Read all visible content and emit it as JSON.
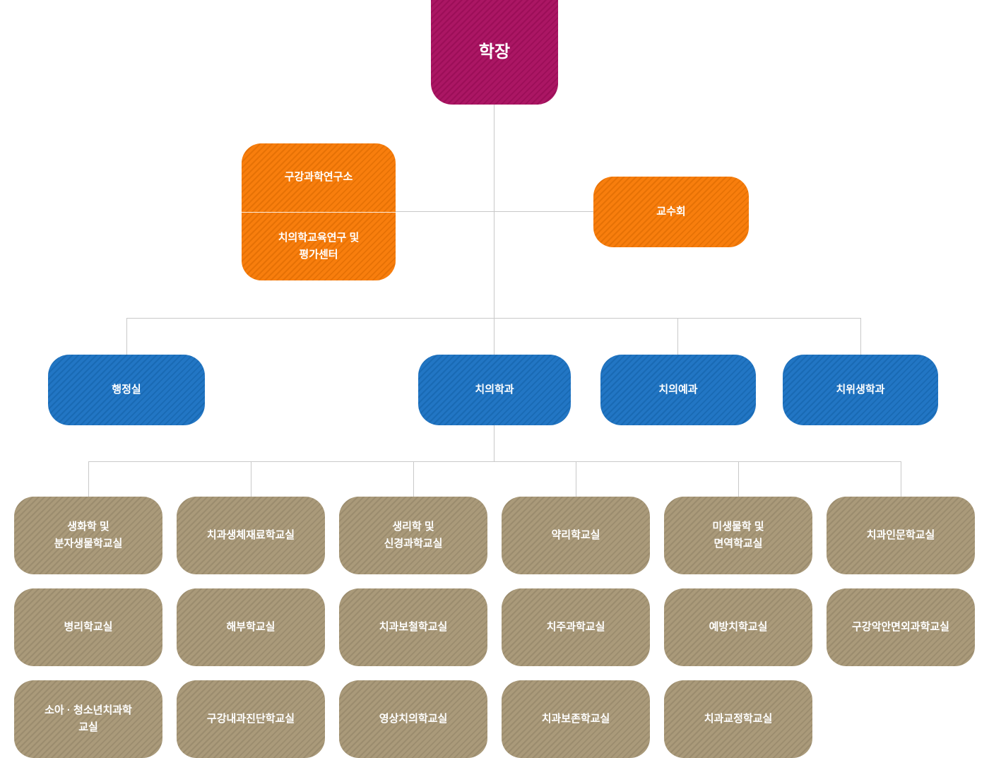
{
  "colors": {
    "dean_box": "#a80f5f",
    "staff_box": "#f87a05",
    "division_box": "#1b72c2",
    "department_box": "#a79776",
    "connector_line": "#c9c9c9",
    "box_text": "#ffffff",
    "page_background": "#ffffff"
  },
  "org_chart": {
    "dean": {
      "label": "학장"
    },
    "staff_left": {
      "top": {
        "label": "구강과학연구소"
      },
      "bottom": {
        "label": "치의학교육연구 및\n평가센터"
      }
    },
    "staff_right": {
      "label": "교수회"
    },
    "divisions": [
      {
        "label": "행정실"
      },
      {
        "label": "치의학과"
      },
      {
        "label": "치의예과"
      },
      {
        "label": "치위생학과"
      }
    ],
    "departments": [
      {
        "label": "생화학 및\n분자생물학교실"
      },
      {
        "label": "치과생체재료학교실"
      },
      {
        "label": "생리학 및\n신경과학교실"
      },
      {
        "label": "약리학교실"
      },
      {
        "label": "미생물학 및\n면역학교실"
      },
      {
        "label": "치과인문학교실"
      },
      {
        "label": "병리학교실"
      },
      {
        "label": "해부학교실"
      },
      {
        "label": "치과보철학교실"
      },
      {
        "label": "치주과학교실"
      },
      {
        "label": "예방치학교실"
      },
      {
        "label": "구강악안면외과학교실"
      },
      {
        "label": "소아 · 청소년치과학\n교실"
      },
      {
        "label": "구강내과진단학교실"
      },
      {
        "label": "영상치의학교실"
      },
      {
        "label": "치과보존학교실"
      },
      {
        "label": "치과교정학교실"
      }
    ]
  }
}
